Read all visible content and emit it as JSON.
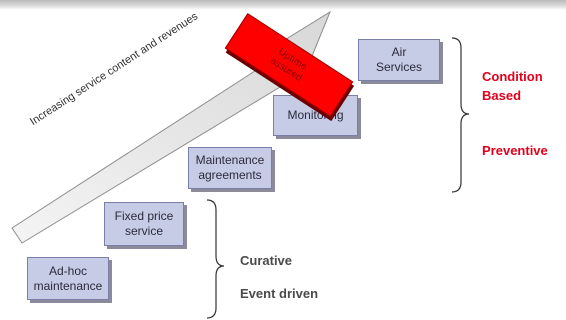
{
  "boxes": {
    "adhoc": [
      "Ad-hoc",
      "maintenance"
    ],
    "fixed": [
      "Fixed price",
      "service"
    ],
    "agreements": [
      "Maintenance",
      "agreements"
    ],
    "monitoring": [
      "Monitoring"
    ],
    "air": [
      "Air",
      "Services"
    ]
  },
  "arrow_label": "Increasing service content and revenues",
  "highlight": [
    "Uptime",
    "assured"
  ],
  "labels": {
    "condition_based": [
      "Condition",
      "Based"
    ],
    "preventive": "Preventive",
    "curative": "Curative",
    "event_driven": "Event driven"
  },
  "colors": {
    "box_fill": "#c6cbe6",
    "highlight": "#ff0000",
    "emphasis_text": "#e3001b"
  }
}
